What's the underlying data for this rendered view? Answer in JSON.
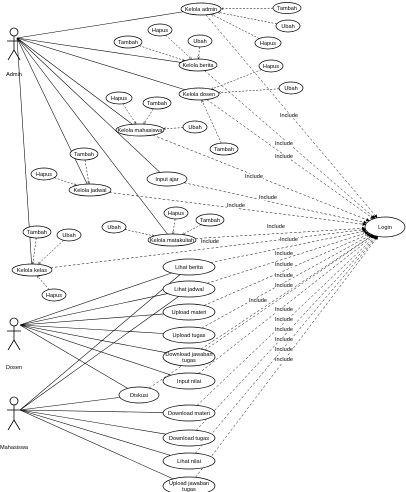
{
  "diagram": {
    "actors": [
      {
        "id": "admin",
        "label": "Admin"
      },
      {
        "id": "dosen",
        "label": "Dosen"
      },
      {
        "id": "mahasiswa",
        "label": "Mahasiswa"
      }
    ],
    "use_cases": [
      {
        "id": "kelola_admin",
        "label": "Kelola admin"
      },
      {
        "id": "tambah_admin",
        "label": "Tambah"
      },
      {
        "id": "ubah_admin",
        "label": "Ubah"
      },
      {
        "id": "hapus_admin",
        "label": "Hapus"
      },
      {
        "id": "kelola_berita",
        "label": "Kelola berita"
      },
      {
        "id": "hapus_berita",
        "label": "Hapus"
      },
      {
        "id": "ubah_berita",
        "label": "Ubah"
      },
      {
        "id": "tambah_berita",
        "label": "Tambah"
      },
      {
        "id": "kelola_dosen",
        "label": "Kelola dosen"
      },
      {
        "id": "hapus_dosen",
        "label": "Hapus"
      },
      {
        "id": "ubah_dosen",
        "label": "Ubah"
      },
      {
        "id": "tambah_dosen",
        "label": "Tambah"
      },
      {
        "id": "kelola_mahasiswa",
        "label": "Kelola mahasiswa"
      },
      {
        "id": "hapus_mhs",
        "label": "Hapus"
      },
      {
        "id": "tambah_mhs",
        "label": "Tambah"
      },
      {
        "id": "ubah_mhs",
        "label": "Ubah"
      },
      {
        "id": "input_ajar",
        "label": "Input ajar"
      },
      {
        "id": "kelola_jadwal",
        "label": "Kelola jadwal"
      },
      {
        "id": "hapus_jadwal",
        "label": "Hapus"
      },
      {
        "id": "tambah_jadwal",
        "label": "Tambah"
      },
      {
        "id": "kelola_matakuliah",
        "label": "Kelola matakuliah"
      },
      {
        "id": "ubah_mk",
        "label": "Ubah"
      },
      {
        "id": "hapus_mk",
        "label": "Hapus"
      },
      {
        "id": "tambah_mk",
        "label": "Tambah"
      },
      {
        "id": "kelola_kelas",
        "label": "Kelola kelas"
      },
      {
        "id": "tambah_kelas",
        "label": "Tambah"
      },
      {
        "id": "ubah_kelas",
        "label": "Ubah"
      },
      {
        "id": "hapus_kelas",
        "label": "Hapus"
      },
      {
        "id": "login",
        "label": "Login"
      },
      {
        "id": "lihat_berita",
        "label": "Lihat berita"
      },
      {
        "id": "lihat_jadwal",
        "label": "Lihat jadwal"
      },
      {
        "id": "upload_materi",
        "label": "Upload materi"
      },
      {
        "id": "upload_tugas",
        "label": "Upload tugas"
      },
      {
        "id": "download_jawaban",
        "label": [
          "Download jawaban",
          "tugas"
        ]
      },
      {
        "id": "input_nilai",
        "label": "Input nilai"
      },
      {
        "id": "diskusi",
        "label": "Diskusi"
      },
      {
        "id": "download_materi",
        "label": "Download materi"
      },
      {
        "id": "download_tugas",
        "label": "Download tugas"
      },
      {
        "id": "lihat_nilai",
        "label": "Lihat nilai"
      },
      {
        "id": "upload_jawaban",
        "label": [
          "Upload jawaban",
          "tugas"
        ]
      }
    ],
    "include_label": "Include",
    "include_edges": [
      "kelola_admin",
      "kelola_berita",
      "kelola_dosen",
      "kelola_mahasiswa",
      "input_ajar",
      "kelola_jadwal",
      "kelola_matakuliah",
      "kelola_kelas",
      "lihat_berita",
      "lihat_jadwal",
      "upload_materi",
      "upload_tugas",
      "download_jawaban",
      "input_nilai",
      "diskusi",
      "download_materi",
      "download_tugas",
      "lihat_nilai",
      "upload_jawaban"
    ],
    "include_label_count": 20
  }
}
